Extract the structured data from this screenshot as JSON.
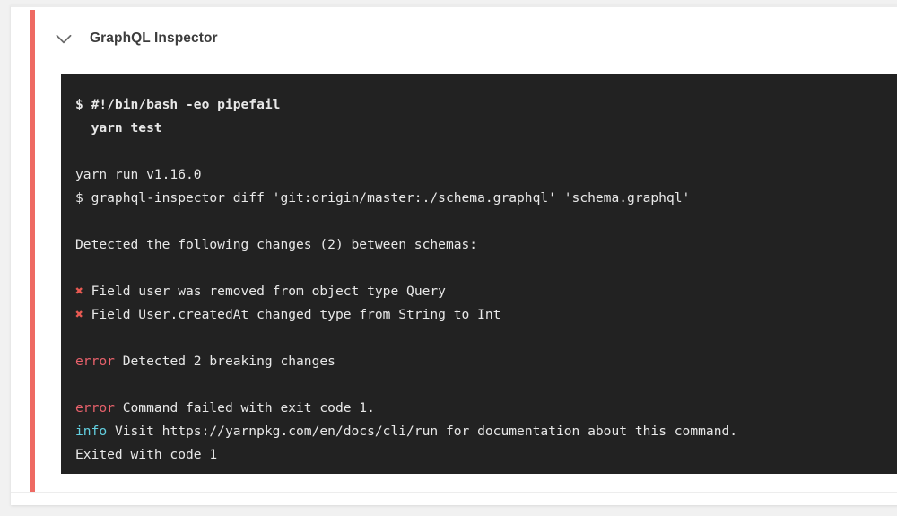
{
  "job": {
    "title": "GraphQL Inspector",
    "collapse_icon": "chevron-down-icon",
    "status_color": "#ee6a63"
  },
  "terminal": {
    "background": "#222222",
    "text_color": "#e8e8e8",
    "error_color": "#e8616b",
    "info_color": "#63cfe0",
    "cross_color": "#e85a52",
    "lines": [
      {
        "id": "cmd-shebang",
        "style": "bold",
        "segments": [
          {
            "type": "plain",
            "text": "$ #!/bin/bash -eo pipefail"
          }
        ]
      },
      {
        "id": "cmd-yarn-test",
        "style": "bold",
        "segments": [
          {
            "type": "plain",
            "text": "  yarn test"
          }
        ]
      },
      {
        "id": "blank-1",
        "style": "blank",
        "segments": [
          {
            "type": "plain",
            "text": ""
          }
        ]
      },
      {
        "id": "yarn-version",
        "style": "normal",
        "segments": [
          {
            "type": "plain",
            "text": "yarn run v1.16.0"
          }
        ]
      },
      {
        "id": "inspector-diff",
        "style": "normal",
        "segments": [
          {
            "type": "plain",
            "text": "$ graphql-inspector diff 'git:origin/master:./schema.graphql' 'schema.graphql'"
          }
        ]
      },
      {
        "id": "blank-2",
        "style": "blank",
        "segments": [
          {
            "type": "plain",
            "text": ""
          }
        ]
      },
      {
        "id": "detected-changes",
        "style": "normal",
        "segments": [
          {
            "type": "plain",
            "text": "Detected the following changes (2) between schemas:"
          }
        ]
      },
      {
        "id": "blank-3",
        "style": "blank",
        "segments": [
          {
            "type": "plain",
            "text": ""
          }
        ]
      },
      {
        "id": "change-1",
        "style": "normal",
        "segments": [
          {
            "type": "cross",
            "text": "✖"
          },
          {
            "type": "plain",
            "text": " Field user was removed from object type Query"
          }
        ]
      },
      {
        "id": "change-2",
        "style": "normal",
        "segments": [
          {
            "type": "cross",
            "text": "✖"
          },
          {
            "type": "plain",
            "text": " Field User.createdAt changed type from String to Int"
          }
        ]
      },
      {
        "id": "blank-4",
        "style": "blank",
        "segments": [
          {
            "type": "plain",
            "text": ""
          }
        ]
      },
      {
        "id": "error-breaking-changes",
        "style": "normal",
        "segments": [
          {
            "type": "error",
            "text": "error"
          },
          {
            "type": "plain",
            "text": " Detected 2 breaking changes"
          }
        ]
      },
      {
        "id": "blank-5",
        "style": "blank",
        "segments": [
          {
            "type": "plain",
            "text": ""
          }
        ]
      },
      {
        "id": "error-command-failed",
        "style": "normal",
        "segments": [
          {
            "type": "error",
            "text": "error"
          },
          {
            "type": "plain",
            "text": " Command failed with exit code 1."
          }
        ]
      },
      {
        "id": "info-visit-docs",
        "style": "normal",
        "segments": [
          {
            "type": "info",
            "text": "info"
          },
          {
            "type": "plain",
            "text": " Visit https://yarnpkg.com/en/docs/cli/run for documentation about this command."
          }
        ]
      },
      {
        "id": "exited-with-code",
        "style": "normal",
        "segments": [
          {
            "type": "plain",
            "text": "Exited with code 1"
          }
        ]
      }
    ]
  }
}
